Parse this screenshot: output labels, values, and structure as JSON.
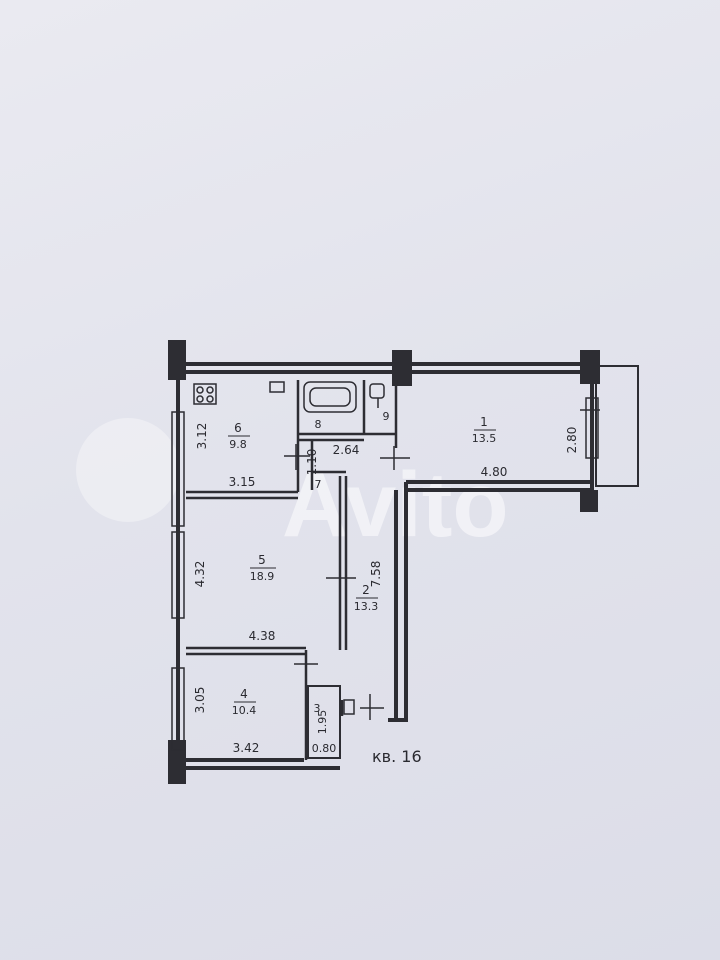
{
  "watermark": "Avito",
  "apartment_label": "кв. 16",
  "rooms": [
    {
      "id": "room-1",
      "number": "1",
      "area": "13.5"
    },
    {
      "id": "room-2",
      "number": "2",
      "area": "13.3"
    },
    {
      "id": "room-4",
      "number": "4",
      "area": "10.4"
    },
    {
      "id": "room-5",
      "number": "5",
      "area": "18.9"
    },
    {
      "id": "room-6",
      "number": "6",
      "area": "9.8"
    },
    {
      "id": "room-3",
      "number": "3"
    },
    {
      "id": "room-7",
      "number": "7"
    },
    {
      "id": "room-8",
      "number": "8"
    },
    {
      "id": "room-9",
      "number": "9"
    }
  ],
  "dimensions": {
    "room6_height": "3.12",
    "room6_width": "3.15",
    "corridor_width": "2.64",
    "corridor_height": "1.10",
    "room1_width": "4.80",
    "room1_height": "2.80",
    "room5_height": "4.32",
    "room5_width": "4.38",
    "hall_length": "7.58",
    "room4_height": "3.05",
    "room4_width": "3.42",
    "closet_height": "1.95",
    "closet_width": "0.80"
  }
}
